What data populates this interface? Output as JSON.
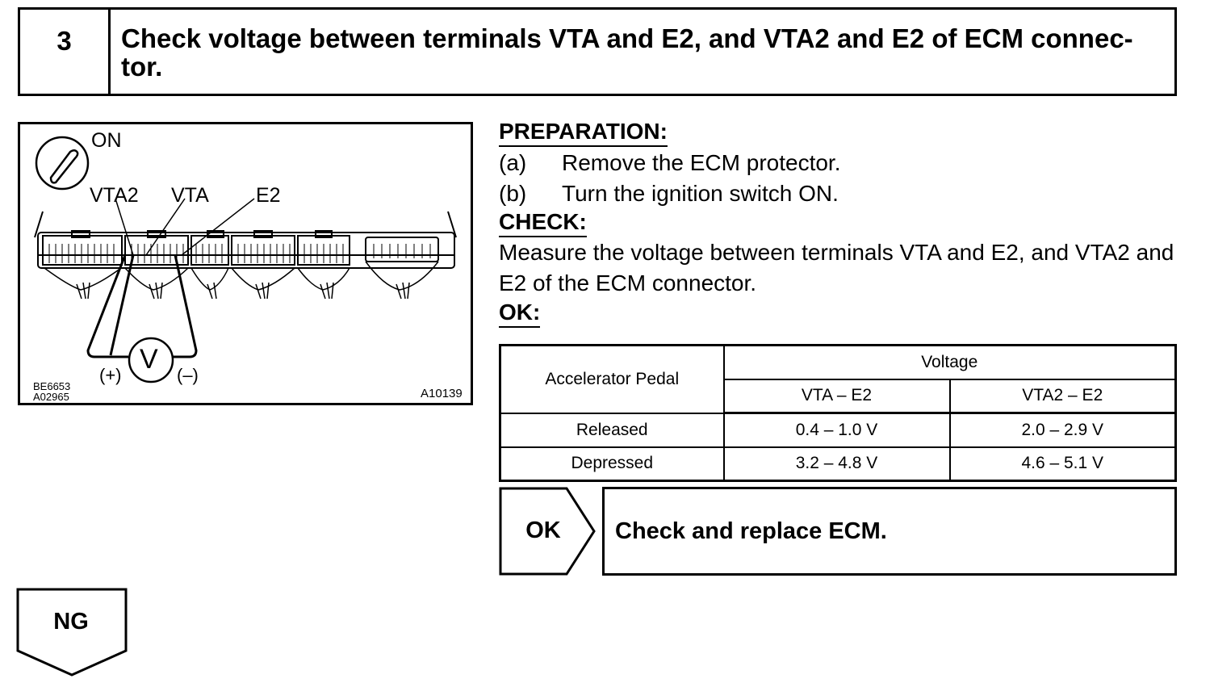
{
  "step": {
    "number": "3",
    "title": "Check voltage between terminals VTA and E2, and VTA2 and E2 of ECM connec- tor."
  },
  "diagram": {
    "switch_label": "ON",
    "terminal_labels": [
      "VTA2",
      "VTA",
      "E2"
    ],
    "meter_symbol": "V",
    "plus_label": "(+)",
    "minus_label": "(–)",
    "ref_code_1": "BE6653",
    "ref_code_2": "A02965",
    "figure_code": "A10139"
  },
  "preparation": {
    "heading": "PREPARATION:",
    "steps": [
      {
        "letter": "(a)",
        "text": "Remove the ECM protector."
      },
      {
        "letter": "(b)",
        "text": "Turn the ignition switch ON."
      }
    ]
  },
  "check": {
    "heading": "CHECK:",
    "text": "Measure the voltage between terminals VTA and E2, and VTA2 and E2 of the ECM connector."
  },
  "ok_heading": "OK:",
  "table": {
    "col_pedal": "Accelerator Pedal",
    "col_voltage": "Voltage",
    "sub_headers": [
      "VTA – E2",
      "VTA2 – E2"
    ],
    "rows": [
      {
        "pedal": "Released",
        "vta": "0.4 – 1.0 V",
        "vta2": "2.0 – 2.9 V"
      },
      {
        "pedal": "Depressed",
        "vta": "3.2 – 4.8 V",
        "vta2": "4.6 – 5.1 V"
      }
    ]
  },
  "result_ok": {
    "label": "OK",
    "action": "Check and replace ECM."
  },
  "result_ng": {
    "label": "NG"
  }
}
